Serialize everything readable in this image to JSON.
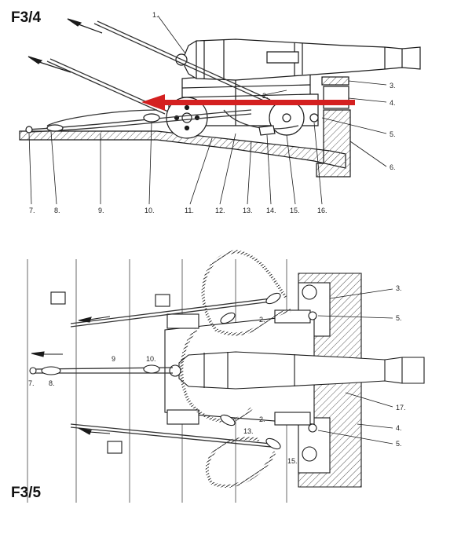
{
  "figures": {
    "top": {
      "label": "F3/4",
      "callouts": [
        "1.",
        "2.",
        "3.",
        "4.",
        "5.",
        "6.",
        "7.",
        "8.",
        "9.",
        "10.",
        "11.",
        "12.",
        "13.",
        "14.",
        "15.",
        "16."
      ]
    },
    "bottom": {
      "label": "F3/5",
      "callouts": [
        "3.",
        "2.",
        "5.",
        "9",
        "10.",
        "7.",
        "8.",
        "17.",
        "4.",
        "2.",
        "13.",
        "5.",
        "15."
      ]
    }
  },
  "colors": {
    "line": "#1a1a1a",
    "arrow": "#d42020",
    "hatch": "#555555"
  },
  "icons": {
    "cannon": "cannon-icon",
    "arrow": "arrow-left-icon"
  }
}
